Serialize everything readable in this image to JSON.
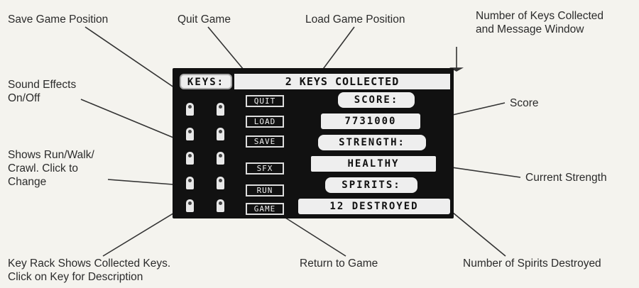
{
  "callouts": {
    "save_game_position": "Save Game Position",
    "quit_game": "Quit Game",
    "load_game_position": "Load Game Position",
    "keys_collected_line1": "Number of Keys Collected",
    "keys_collected_line2": "and Message Window",
    "sound_effects_line1": "Sound Effects",
    "sound_effects_line2": "On/Off",
    "score": "Score",
    "run_walk_line1": "Shows Run/Walk/",
    "run_walk_line2": "Crawl. Click to",
    "run_walk_line3": "Change",
    "current_strength": "Current Strength",
    "key_rack_line1": "Key Rack Shows Collected Keys.",
    "key_rack_line2": "Click on Key for Description",
    "return_to_game": "Return to Game",
    "spirits_destroyed": "Number of Spirits Destroyed"
  },
  "panel": {
    "keys_label": "KEYS:",
    "message": "2 KEYS COLLECTED",
    "buttons": {
      "quit": "QUIT",
      "load": "LOAD",
      "save": "SAVE",
      "sfx": "SFX",
      "run": "RUN",
      "game": "GAME"
    },
    "score_label": "SCORE:",
    "score_value": "7731000",
    "strength_label": "STRENGTH:",
    "strength_value": "HEALTHY",
    "spirits_label": "SPIRITS:",
    "spirits_value": "12 DESTROYED"
  },
  "key_rack": {
    "keys_shown": 10
  }
}
